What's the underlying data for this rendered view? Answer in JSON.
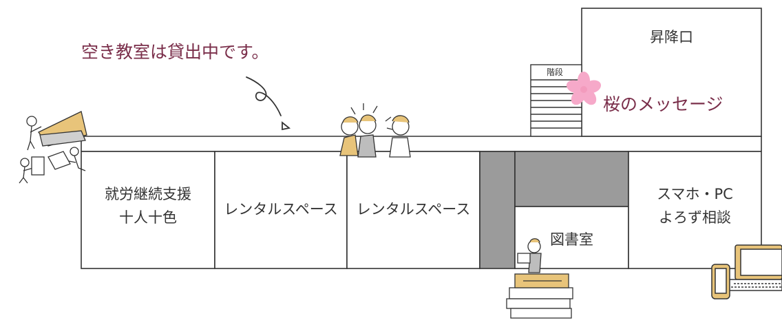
{
  "notice": "空き教室は貸出中です。",
  "rooms": {
    "shuro": {
      "line1": "就労継続支援",
      "line2": "十人十色"
    },
    "rental1": "レンタルスペース",
    "rental2": "レンタルスペース",
    "library": "図書室",
    "smartphone": {
      "line1": "スマホ・PC",
      "line2": "よろず相談"
    },
    "shokoguchi": "昇降口",
    "stairs": "階段"
  },
  "sakura_message": "桜のメッセージ",
  "colors": {
    "line": "#333333",
    "wall_gray": "#9b9b9b",
    "notice_text": "#7a2e4a",
    "sakura_pink": "#f6a9c9",
    "accent_yellow": "#e8c47a"
  },
  "icons": [
    "sakura-flower-icon",
    "arrow-icon",
    "children-illustration",
    "students-illustration",
    "reading-books-illustration",
    "laptop-phone-illustration"
  ]
}
